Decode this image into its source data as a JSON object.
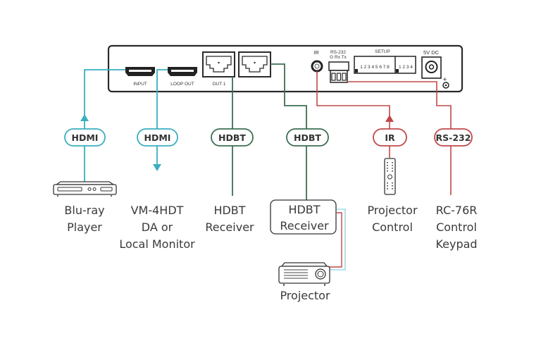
{
  "colors": {
    "hdmi": "#3aafc0",
    "hdbt": "#3d6e52",
    "ir": "#c0484a",
    "rs232": "#c0484a"
  },
  "device_panel": {
    "ports": {
      "input": "INPUT",
      "loop_out": "LOOP OUT",
      "out1": "OUT 1",
      "ir": "IR",
      "rs232": "RS-232",
      "rs232_pins": "G  Rx  Tx",
      "setup": "SETUP",
      "setup_dip_a": "1 2 3 4 5 6 7 8",
      "setup_dip_b": "1 2 3 4",
      "power": "5V DC"
    }
  },
  "connections": [
    {
      "type": "HDMI",
      "color_key": "hdmi",
      "direction": "up",
      "device": [
        "Blu-ray",
        "Player"
      ],
      "icon": "bluray-player-icon"
    },
    {
      "type": "HDMI",
      "color_key": "hdmi",
      "direction": "down",
      "device": [
        "VM-4HDT",
        "DA or",
        "Local Monitor"
      ]
    },
    {
      "type": "HDBT",
      "color_key": "hdbt",
      "direction": "none",
      "device": [
        "HDBT",
        "Receiver"
      ]
    },
    {
      "type": "HDBT",
      "color_key": "hdbt",
      "direction": "none",
      "device": [
        "HDBT",
        "Receiver"
      ],
      "boxed": true
    },
    {
      "type": "IR",
      "color_key": "ir",
      "direction": "up",
      "device": [
        "Projector",
        "Control"
      ],
      "icon": "remote-control-icon"
    },
    {
      "type": "RS-232",
      "color_key": "rs232",
      "direction": "none",
      "device": [
        "RC-76R",
        "Control",
        "Keypad"
      ]
    }
  ],
  "projector": {
    "label": "Projector",
    "icon": "projector-icon"
  }
}
